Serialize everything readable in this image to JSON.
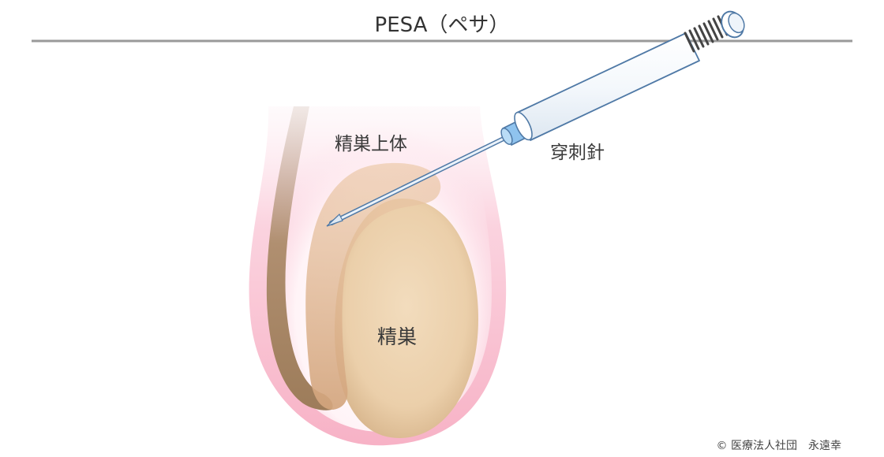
{
  "title": "PESA（ペサ）",
  "labels": {
    "epididymis": "精巣上体",
    "needle": "穿刺針",
    "testis": "精巣"
  },
  "copyright": "© 医療法人社団　永遠幸",
  "colors": {
    "divider_line": "#9a9a9a",
    "scrotum_pink": "#f7b6c9",
    "scrotum_pink_light": "#fde7ee",
    "testis_fill": "#efd6b4",
    "testis_edge": "#c9a57d",
    "epididymis_fill": "#d8b08a",
    "vas_deferens": "#a98a6a",
    "needle_outline": "#4f79a6",
    "needle_hub_blue": "#8fc3ee",
    "syringe_body": "#ffffff"
  },
  "icons": {
    "testis": "testis-shape",
    "epididymis": "epididymis-shape",
    "needle": "puncture-needle",
    "syringe": "syringe"
  }
}
